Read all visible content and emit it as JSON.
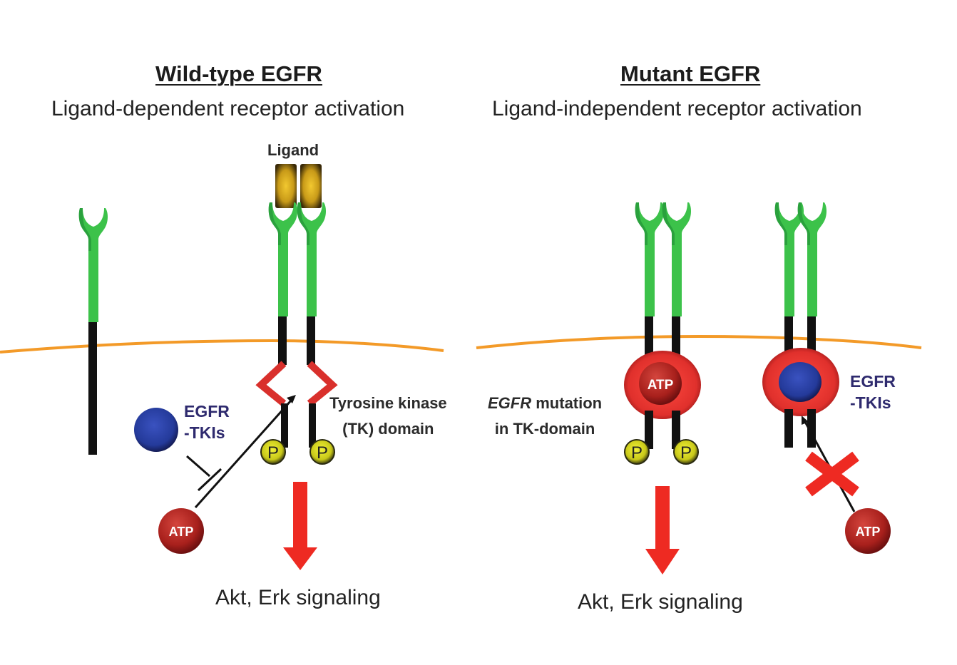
{
  "left_panel": {
    "title": "Wild-type EGFR",
    "subtitle": "Ligand-dependent receptor activation",
    "ligand_label": "Ligand",
    "inhibitor_label_line1": "EGFR",
    "inhibitor_label_line2": "-TKIs",
    "tk_label_line1": "Tyrosine kinase",
    "tk_label_line2": "(TK) domain",
    "atp_label": "ATP",
    "phospho_label": "P",
    "signal_label": "Akt, Erk signaling"
  },
  "right_panel": {
    "title": "Mutant EGFR",
    "subtitle": "Ligand-independent receptor activation",
    "mutation_label_italic": "EGFR",
    "mutation_label_rest": " mutation",
    "mutation_label_line2": "in TK-domain",
    "bound_atp_label": "ATP",
    "inhibitor_label_line1": "EGFR",
    "inhibitor_label_line2": "-TKIs",
    "free_atp_label": "ATP",
    "phospho_label": "P",
    "signal_label": "Akt, Erk signaling"
  },
  "colors": {
    "receptor_green": "#3cc24a",
    "receptor_dark_green": "#1e8a36",
    "membrane_orange": "#f39a28",
    "kinase_red": "#e0302c",
    "arrow_red": "#ee2a22",
    "atp_red": "#a8201c",
    "tki_blue": "#243a9a",
    "phospho_yellow": "#d8d81e",
    "ligand_gold": "#e0b418"
  }
}
